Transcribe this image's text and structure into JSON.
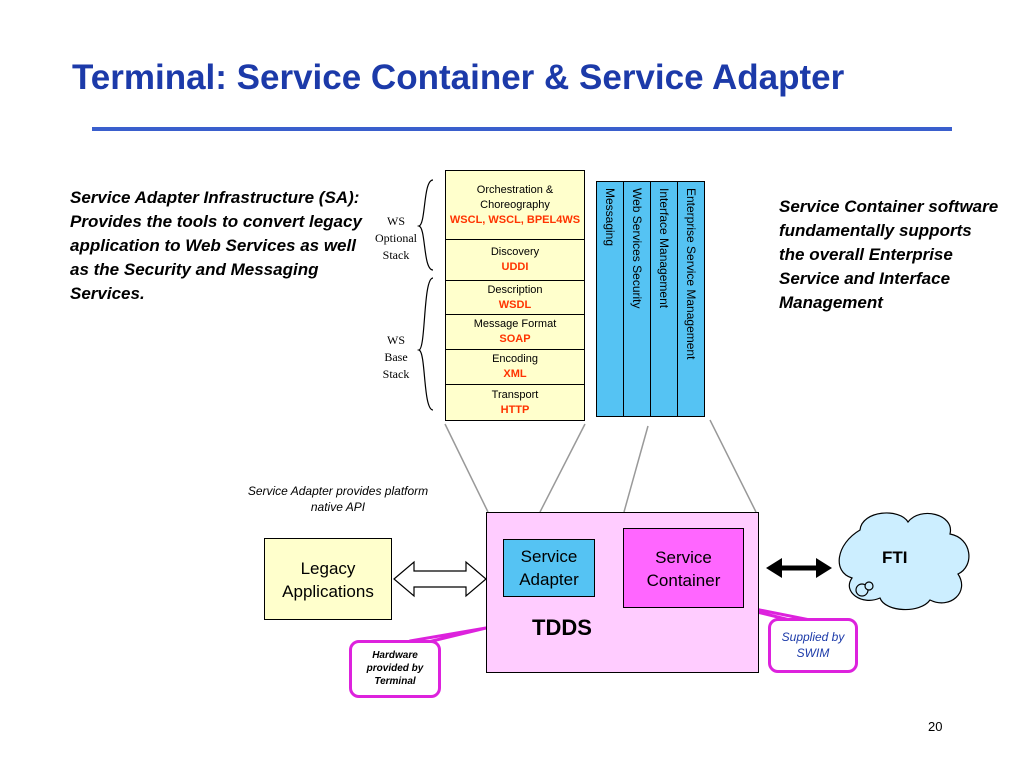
{
  "title": "Terminal: Service Container & Service Adapter",
  "left_description": "Service Adapter Infrastructure (SA): Provides the tools to convert legacy application to Web Services as well as the Security and Messaging Services.",
  "right_description": "Service Container software fundamentally supports the overall Enterprise Service and Interface Management",
  "ws_optional_stack": {
    "line1": "WS",
    "line2": "Optional",
    "line3": "Stack"
  },
  "ws_base_stack": {
    "line1": "WS",
    "line2": "Base",
    "line3": "Stack"
  },
  "stack_layers": [
    {
      "name": "Orchestration & Choreography",
      "protocol": "WSCL, WSCL, BPEL4WS"
    },
    {
      "name": "Discovery",
      "protocol": "UDDI"
    },
    {
      "name": "Description",
      "protocol": "WSDL"
    },
    {
      "name": "Message Format",
      "protocol": "SOAP"
    },
    {
      "name": "Encoding",
      "protocol": "XML"
    },
    {
      "name": "Transport",
      "protocol": "HTTP"
    }
  ],
  "service_columns": [
    "Messaging",
    "Web Services Security",
    "Interface Management",
    "Enterprise Service Management"
  ],
  "service_adapter_note": "Service Adapter provides platform native API",
  "legacy_applications": "Legacy Applications",
  "service_adapter": "Service Adapter",
  "service_container": "Service Container",
  "tdds": "TDDS",
  "hardware_callout": "Hardware provided by Terminal",
  "swim_callout": "Supplied by SWIM",
  "fti": "FTI",
  "page_number": "20",
  "colors": {
    "title": "#1c3aa9",
    "stack_fill": "#ffffcc",
    "protocol_text": "#ff3300",
    "column_fill": "#55c3f3",
    "tdds_fill": "#ffccff",
    "container_fill": "#ff66ff",
    "callout_border": "#dd22dd",
    "cloud_fill": "#cceeff"
  },
  "icons": [
    "brace-icon",
    "double-arrow-icon",
    "cloud-icon"
  ]
}
